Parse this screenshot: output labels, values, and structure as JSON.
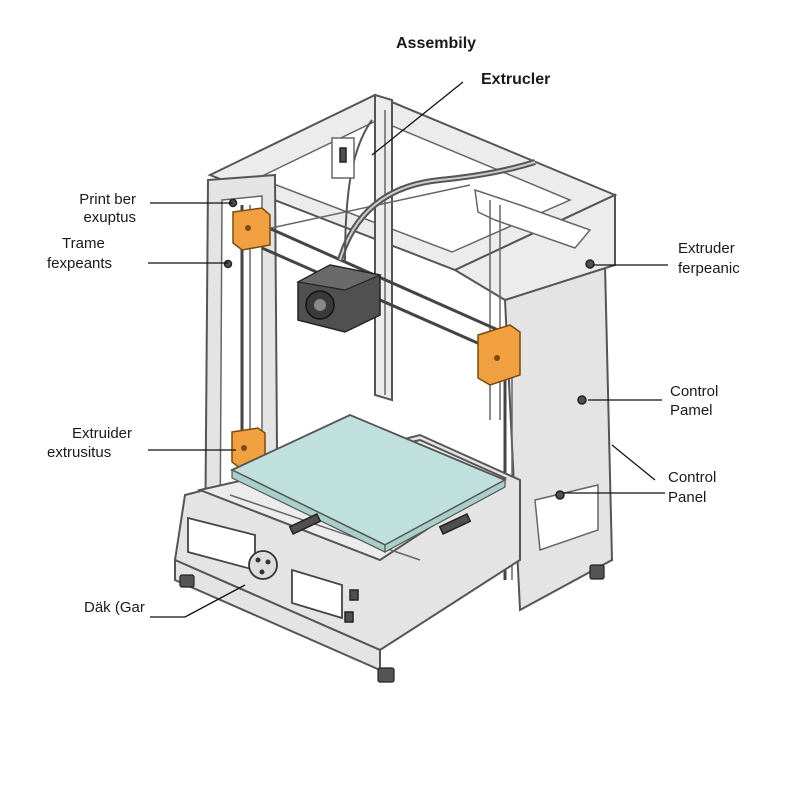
{
  "diagram": {
    "title": "Assembily",
    "labels": {
      "extruder_top": "Extrucler",
      "print_bed_line1": "Print ber",
      "print_bed_line2": "exuptus",
      "frame_line1": "Trame",
      "frame_line2": "fexpeants",
      "extruder_left_line1": "Extruider",
      "extruder_left_line2": "extrusitus",
      "dial_gear": "Däk (Gar",
      "extruder_right_line1": "Extruder",
      "extruder_right_line2": "ferpeanic",
      "control_panel_1_line1": "Control",
      "control_panel_1_line2": "Pamel",
      "control_panel_2_line1": "Control",
      "control_panel_2_line2": "Panel"
    },
    "colors": {
      "frame": "#e4e4e4",
      "bed": "#bfe0dc",
      "brackets": "#f0a040",
      "extruder": "#505050"
    }
  }
}
